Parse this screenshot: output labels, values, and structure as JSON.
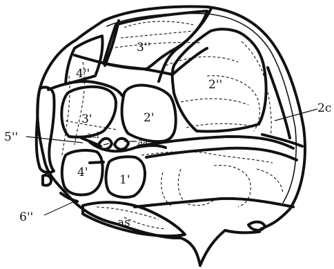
{
  "diagram": {
    "labels": {
      "plate_3pp": "3''",
      "plate_4pp": "4''",
      "plate_2pp": "2''",
      "plate_3p": "3'",
      "plate_2p": "2'",
      "plate_4p": "4'",
      "plate_1p": "1'",
      "plate_5pp": "5''",
      "plate_6pp": "6''",
      "plate_2c": "2c",
      "acl": "acl",
      "aa": "aa",
      "as": "as"
    }
  }
}
